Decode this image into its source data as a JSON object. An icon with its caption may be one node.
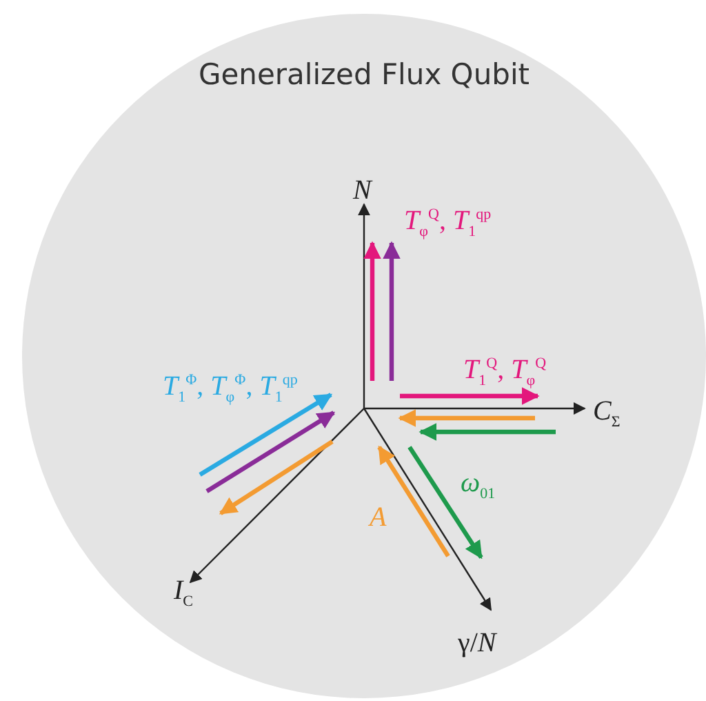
{
  "diagram": {
    "title": "Generalized Flux Qubit",
    "labels": [
      "*N*",
      "*T*$_{φ}$$^{Q}$, *T*$_{1}$$^{qp}$",
      "*T*$_{1}$$^{Q}$, *T*$_{φ}$$^{Q}$",
      "*C*$_{Σ}$",
      "*T*$_{1}$$^{Φ}$, *T*$_{φ}$$^{Φ}$, *T*$_{1}$$^{qp}$",
      "*ω*$_{01}$",
      "*A*",
      "*I*$_{C}$",
      "γ/*N*"
    ]
  }
}
